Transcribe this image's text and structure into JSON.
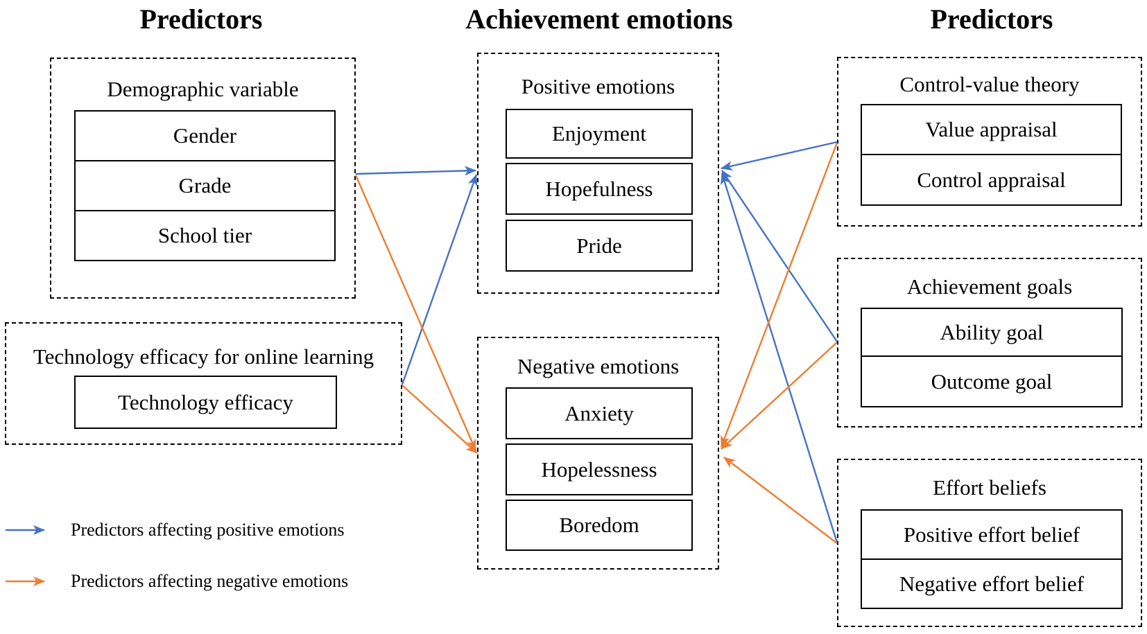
{
  "headers": {
    "left": "Predictors",
    "center": "Achievement emotions",
    "right": "Predictors"
  },
  "groups": {
    "demographic": {
      "title": "Demographic variable",
      "items": [
        "Gender",
        "Grade",
        "School tier"
      ]
    },
    "technology": {
      "title": "Technology efficacy for online learning",
      "items": [
        "Technology efficacy"
      ]
    },
    "positive": {
      "title": "Positive emotions",
      "items": [
        "Enjoyment",
        "Hopefulness",
        "Pride"
      ]
    },
    "negative": {
      "title": "Negative emotions",
      "items": [
        "Anxiety",
        "Hopelessness",
        "Boredom"
      ]
    },
    "control_value": {
      "title": "Control-value theory",
      "items": [
        "Value appraisal",
        "Control appraisal"
      ]
    },
    "achievement_goals": {
      "title": "Achievement goals",
      "items": [
        "Ability goal",
        "Outcome goal"
      ]
    },
    "effort_beliefs": {
      "title": "Effort beliefs",
      "items": [
        "Positive effort belief",
        "Negative effort belief"
      ]
    }
  },
  "legend": {
    "positive": {
      "color": "#4472C4",
      "label": "Predictors affecting positive emotions"
    },
    "negative": {
      "color": "#ED7D31",
      "label": "Predictors affecting negative emotions"
    }
  },
  "relations": [
    {
      "from": "Demographic variable",
      "to": "Positive emotions",
      "type": "positive"
    },
    {
      "from": "Demographic variable",
      "to": "Negative emotions",
      "type": "negative"
    },
    {
      "from": "Technology efficacy for online learning",
      "to": "Positive emotions",
      "type": "positive"
    },
    {
      "from": "Technology efficacy for online learning",
      "to": "Negative emotions",
      "type": "negative"
    },
    {
      "from": "Control-value theory",
      "to": "Positive emotions",
      "type": "positive"
    },
    {
      "from": "Control-value theory",
      "to": "Negative emotions",
      "type": "negative"
    },
    {
      "from": "Achievement goals",
      "to": "Positive emotions",
      "type": "positive"
    },
    {
      "from": "Achievement goals",
      "to": "Negative emotions",
      "type": "negative"
    },
    {
      "from": "Effort beliefs",
      "to": "Positive emotions",
      "type": "positive"
    },
    {
      "from": "Effort beliefs",
      "to": "Negative emotions",
      "type": "negative"
    }
  ],
  "colors": {
    "positive_arrow": "#4472C4",
    "negative_arrow": "#ED7D31",
    "line": "#000000"
  }
}
